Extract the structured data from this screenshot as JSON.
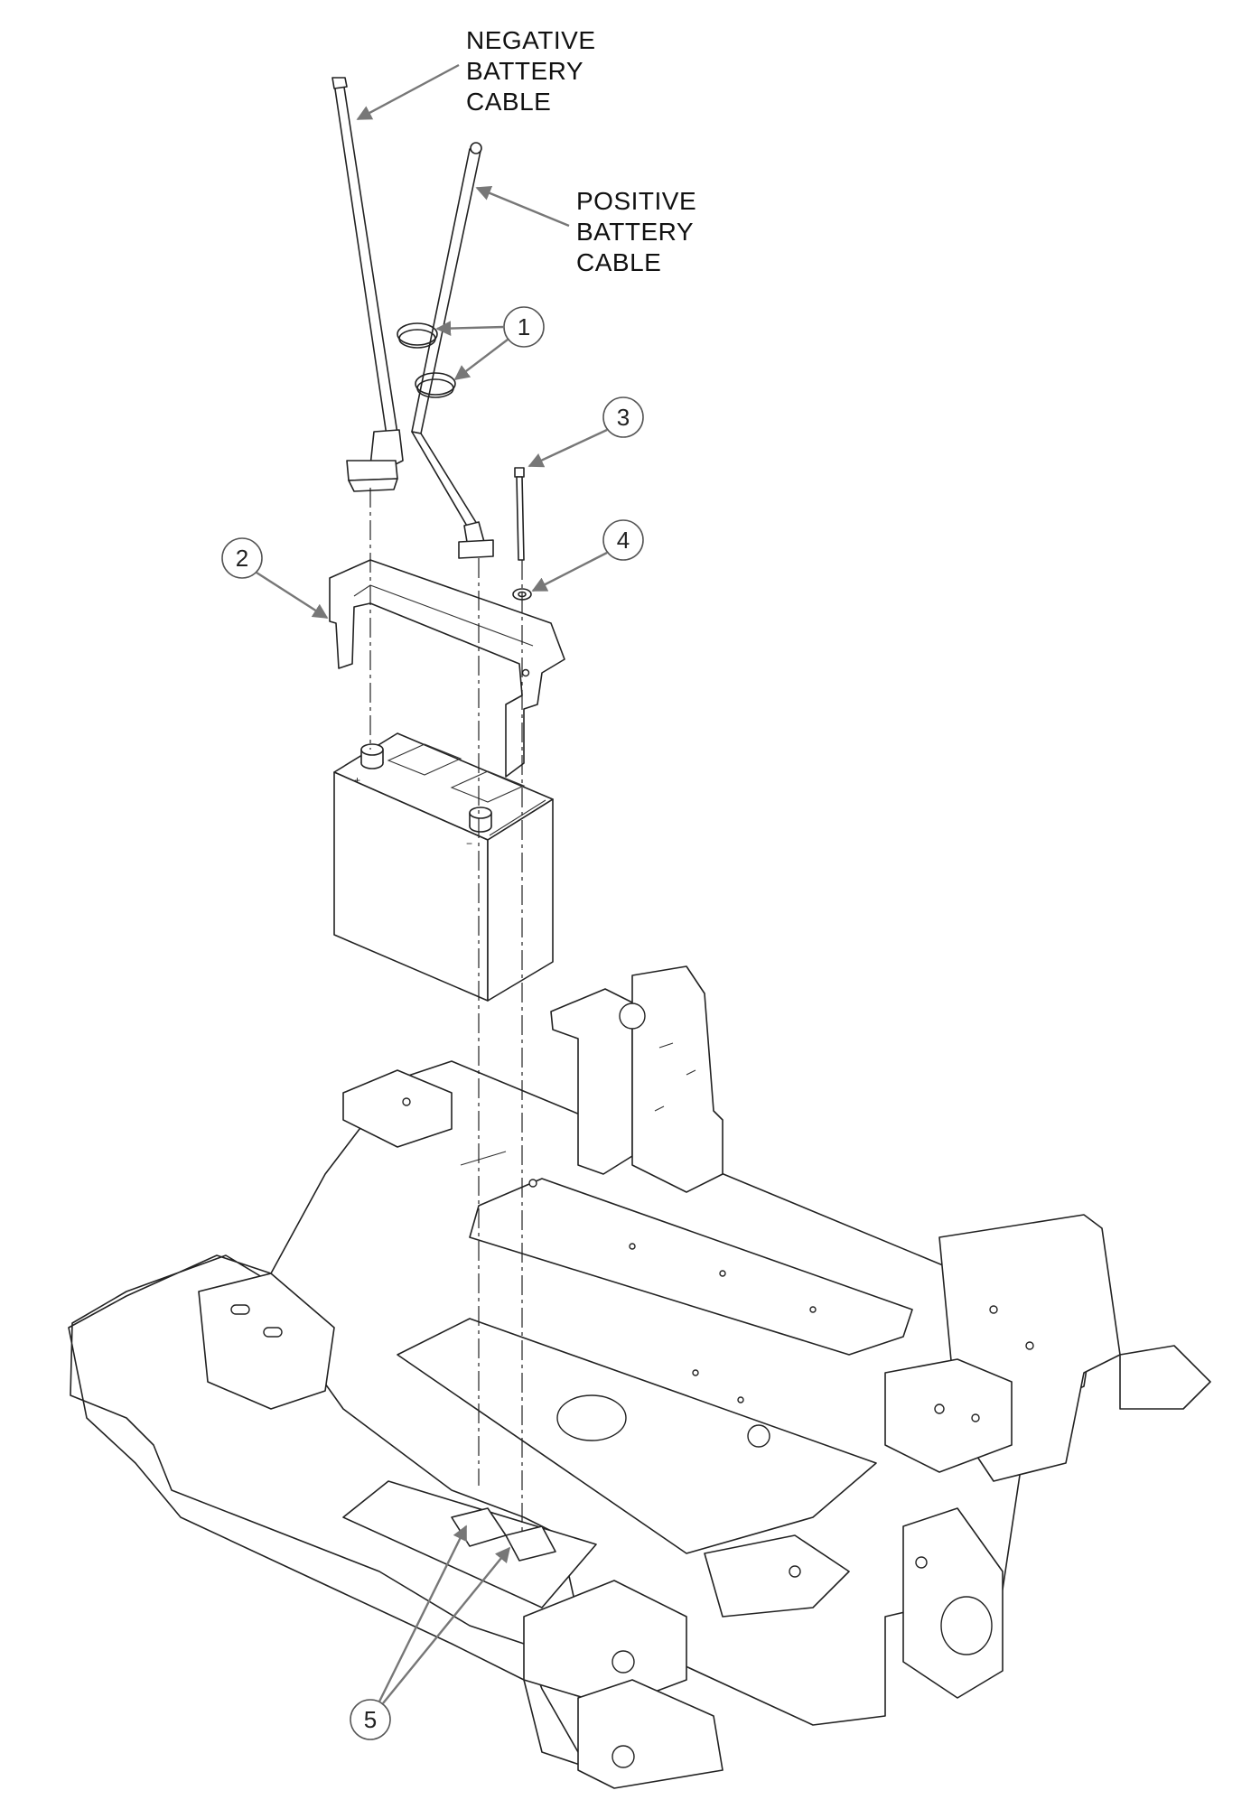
{
  "labels": {
    "negative_cable": [
      "NEGATIVE",
      "BATTERY",
      "CABLE"
    ],
    "positive_cable": [
      "POSITIVE",
      "BATTERY",
      "CABLE"
    ]
  },
  "callouts": {
    "c1": "1",
    "c2": "2",
    "c3": "3",
    "c4": "4",
    "c5": "5"
  },
  "battery_terminals": {
    "positive_mark": "+",
    "negative_mark": "−"
  },
  "colors": {
    "line": "#222222",
    "leader": "#777777",
    "background": "#ffffff"
  }
}
